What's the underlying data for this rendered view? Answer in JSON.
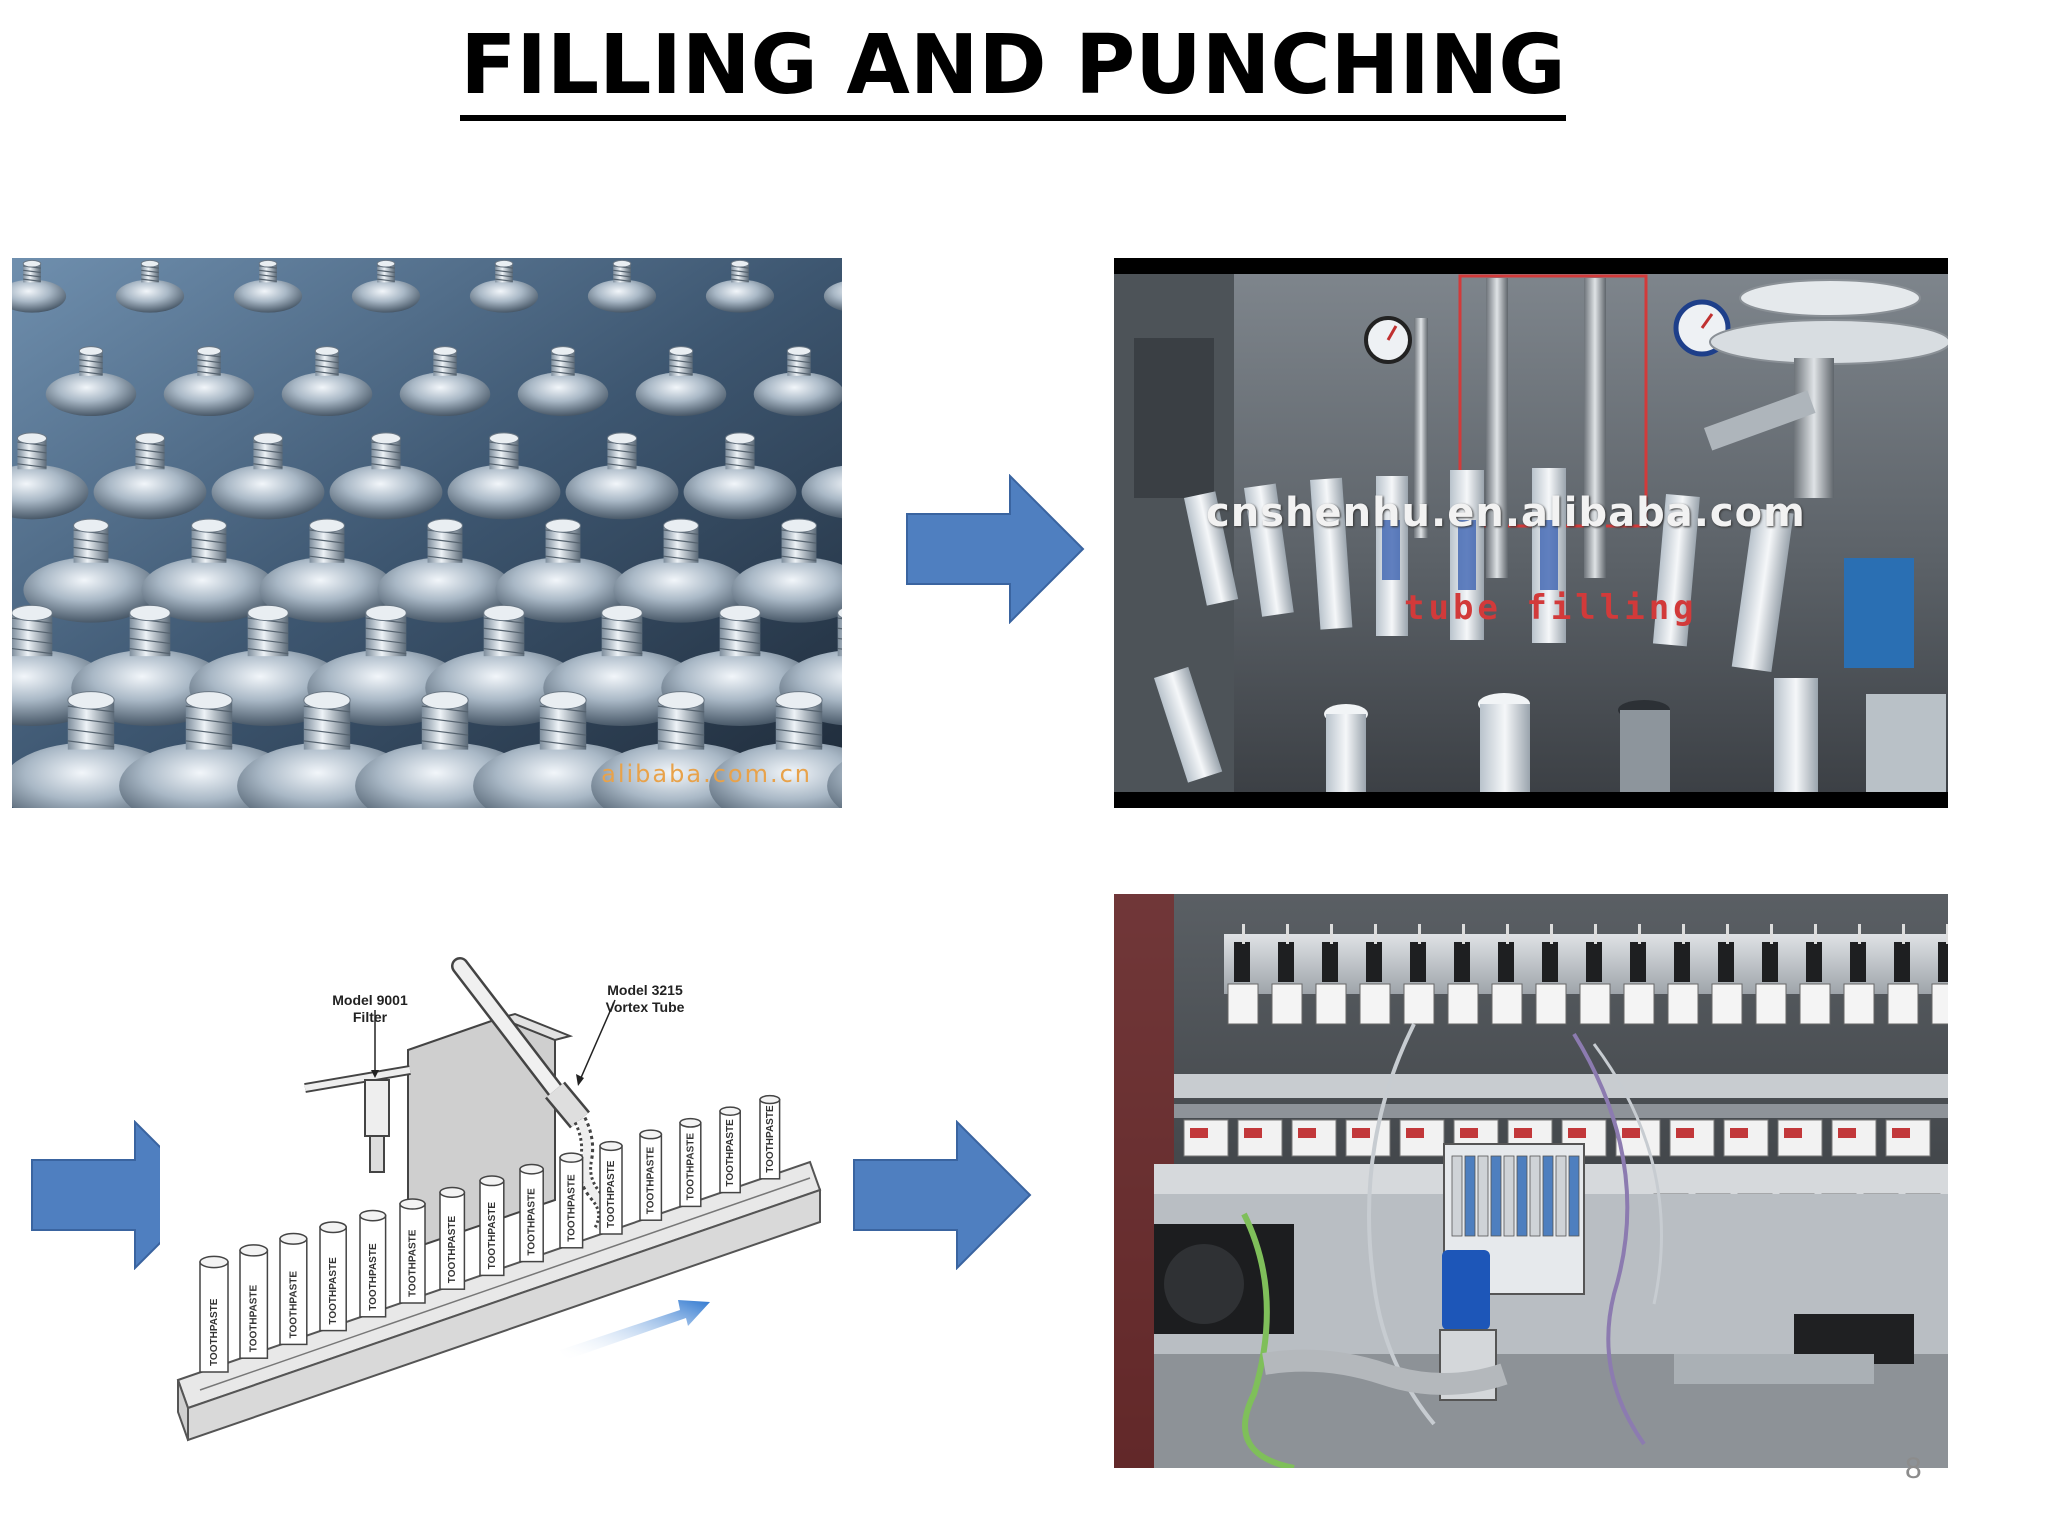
{
  "slide": {
    "title": "FILLING AND PUNCHING",
    "page_number": "8"
  },
  "images": {
    "empty_tubes": {
      "watermark": "alibaba.com.cn"
    },
    "tube_filling_machine": {
      "watermark": "cnshenhu.en.alibaba.com",
      "overlay_label": "tube filling"
    },
    "vortex_diagram": {
      "filter_label_line1": "Model 9001",
      "filter_label_line2": "Filter",
      "vortex_label_line1": "Model 3215",
      "vortex_label_line2": "Vortex Tube",
      "tube_label": "TOOTHPASTE"
    },
    "sealing_machine": {}
  },
  "colors": {
    "arrow_fill": "#4f7fc0",
    "arrow_stroke": "#3a64a0",
    "title_color": "#000000"
  }
}
